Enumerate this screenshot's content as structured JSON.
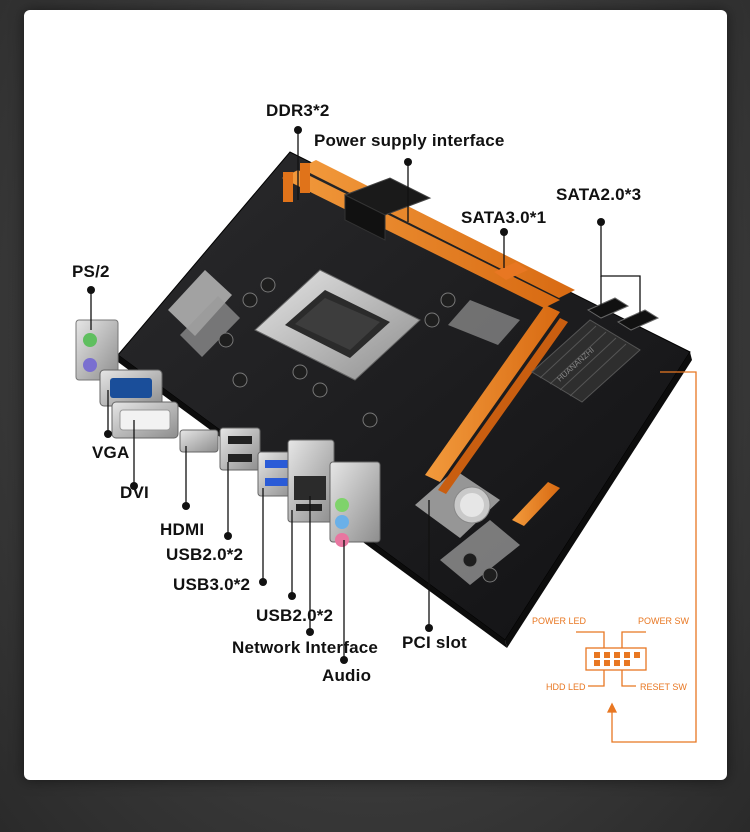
{
  "labels": {
    "ddr3": "DDR3*2",
    "power_supply": "Power supply interface",
    "sata3": "SATA3.0*1",
    "sata2": "SATA2.0*3",
    "ps2": "PS/2",
    "vga": "VGA",
    "dvi": "DVI",
    "hdmi": "HDMI",
    "usb2_a": "USB2.0*2",
    "usb3": "USB3.0*2",
    "usb2_b": "USB2.0*2",
    "network": "Network Interface",
    "audio": "Audio",
    "pci": "PCI slot"
  },
  "front_panel": {
    "power_led": "POWER LED",
    "power_sw": "POWER SW",
    "hdd_led": "HDD LED",
    "reset_sw": "RESET SW"
  },
  "board": {
    "heatsink_brand": "HUANANZHI"
  },
  "colors": {
    "accent_orange": "#e87722",
    "board_black": "#1b1b1d",
    "label_text": "#111111"
  }
}
